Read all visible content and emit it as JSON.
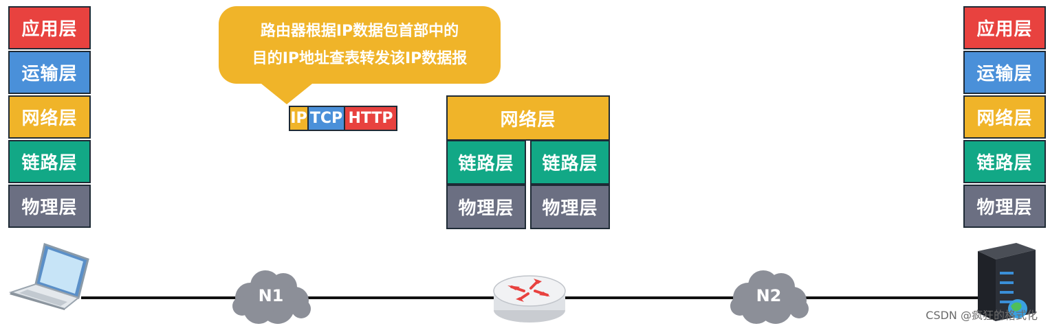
{
  "layers": {
    "application": "应用层",
    "transport": "运输层",
    "network": "网络层",
    "link": "链路层",
    "physical": "物理层"
  },
  "callout": {
    "line1": "路由器根据IP数据包首部中的",
    "line2": "目的IP地址查表转发该IP数据报"
  },
  "packet": {
    "segments": [
      "IP",
      "TCP",
      "HTTP"
    ]
  },
  "networks": {
    "n1": "N1",
    "n2": "N2"
  },
  "colors": {
    "application": "#e8423f",
    "transport": "#4a90d9",
    "network": "#f0b429",
    "link": "#12a886",
    "physical": "#6b6f82"
  },
  "watermark": "CSDN @疯狂的格式化"
}
